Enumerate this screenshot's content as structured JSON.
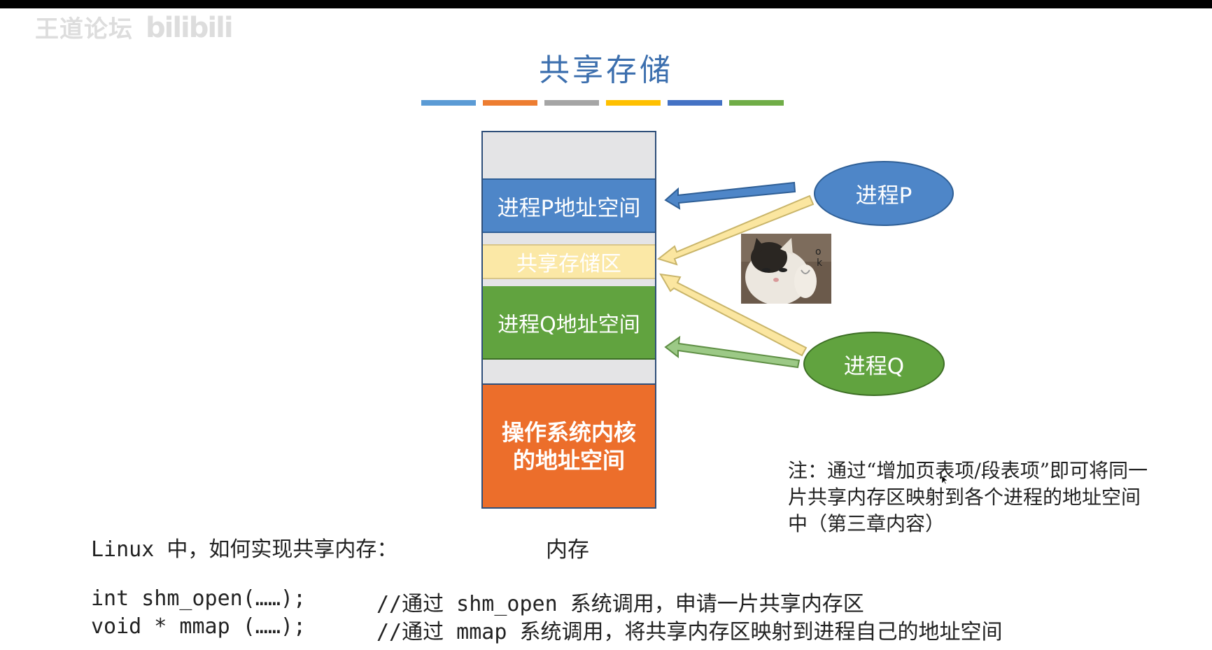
{
  "watermark": {
    "text": "王道论坛",
    "logo": "bilibili"
  },
  "title": "共享存储",
  "title_bar_colors": [
    "#5b9bd5",
    "#ed7d31",
    "#a5a5a5",
    "#ffc000",
    "#4472c4",
    "#70ad47"
  ],
  "memory": {
    "label": "内存",
    "blocks": {
      "process_p": "进程P地址空间",
      "shared": "共享存储区",
      "process_q": "进程Q地址空间",
      "kernel_line1": "操作系统内核",
      "kernel_line2": "的地址空间"
    }
  },
  "processes": {
    "p": "进程P",
    "q": "进程Q"
  },
  "note": "注：通过“增加页表项/段表项”即可将同一片共享内存区映射到各个进程的地址空间中（第三章内容）",
  "linux_question": "Linux 中，如何实现共享内存：",
  "code": [
    {
      "line": "int shm_open(……);",
      "comment": "//通过 shm_open 系统调用，申请一片共享内存区"
    },
    {
      "line": "void * mmap (……);",
      "comment": "//通过 mmap 系统调用，将共享内存区映射到进程自己的地址空间"
    }
  ],
  "colors": {
    "title": "#3c6fae",
    "process_p": "#4e86c8",
    "shared": "#fbe8a6",
    "process_q": "#61a33f",
    "kernel": "#ec6e2b",
    "empty": "#e4e4e6"
  },
  "icons": {
    "cat": "cat-ok-sticker-icon",
    "cursor": "mouse-cursor-icon"
  }
}
